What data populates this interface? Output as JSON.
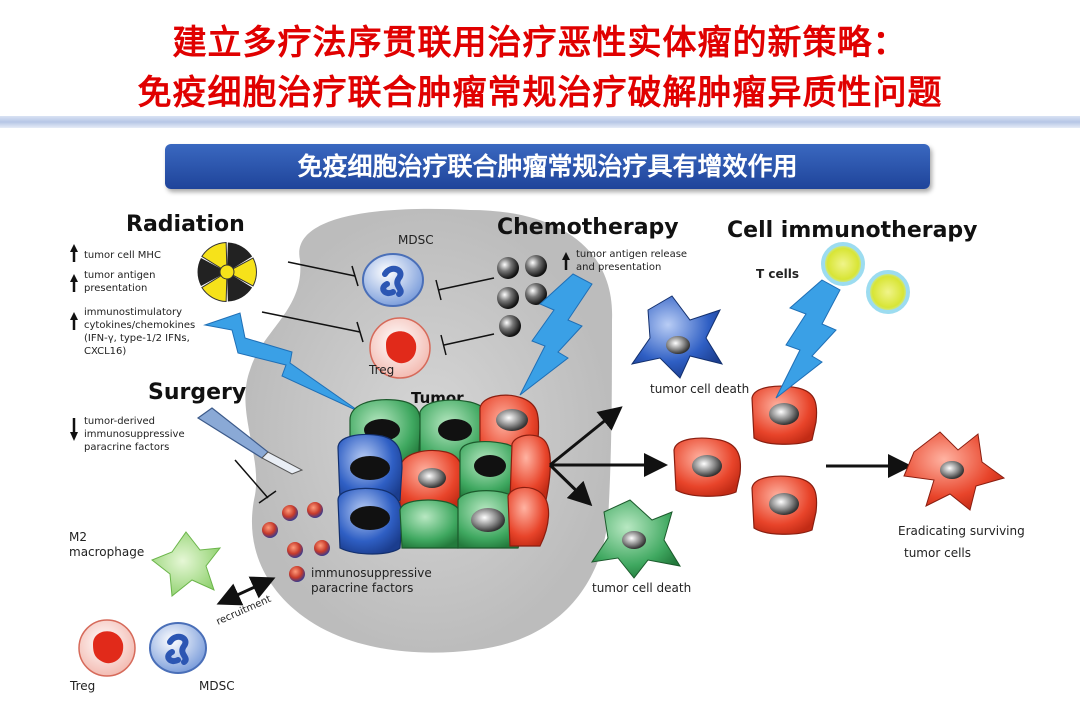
{
  "title_line1": "建立多疗法序贯联用治疗恶性实体瘤的新策略：",
  "title_line2": "免疫细胞治疗联合肿瘤常规治疗破解肿瘤异质性问题",
  "banner": "免疫细胞治疗联合肿瘤常规治疗具有增效作用",
  "radiation": {
    "heading": "Radiation",
    "effects": [
      "tumor cell MHC",
      "tumor antigen",
      "presentation",
      "immunostimulatory",
      "cytokines/chemokines",
      "(IFN-γ, type-1/2 IFNs,",
      "CXCL16)"
    ]
  },
  "surgery": {
    "heading": "Surgery",
    "effects": [
      "tumor-derived",
      "immunosuppressive",
      "paracrine factors"
    ]
  },
  "chemotherapy": {
    "heading": "Chemotherapy",
    "effects": [
      "tumor antigen release",
      "and presentation"
    ]
  },
  "cell_immunotherapy": {
    "heading": "Cell immunotherapy",
    "t_cells": "T cells"
  },
  "labels": {
    "mdsc_top": "MDSC",
    "treg_top": "Treg",
    "tumor": "Tumor",
    "m2_line1": "M2",
    "m2_line2": "macrophage",
    "recruitment": "recruitment",
    "immunosuppressive_1": "immunosuppressive",
    "immunosuppressive_2": "paracrine factors",
    "treg_bottom": "Treg",
    "mdsc_bottom": "MDSC",
    "death_top": "tumor cell death",
    "death_bottom": "tumor cell death",
    "eradicating_1": "Eradicating surviving",
    "eradicating_2": "tumor cells"
  },
  "colors": {
    "title_red": "#e00000",
    "banner_blue": "#2a56b0",
    "tumor_red": "#e8442a",
    "tumor_green": "#3fa860",
    "tumor_blue": "#2f5fc4",
    "lightning": "#3aa0e6",
    "tcell_yellow": "#dde83a"
  },
  "icons": [
    "radiation-icon",
    "scalpel-icon",
    "lightning-icon",
    "mdsc-cell-icon",
    "treg-cell-icon",
    "m2-macrophage-icon",
    "t-cell-icon",
    "chemo-particle-icon",
    "up-arrow-icon",
    "down-arrow-icon"
  ]
}
